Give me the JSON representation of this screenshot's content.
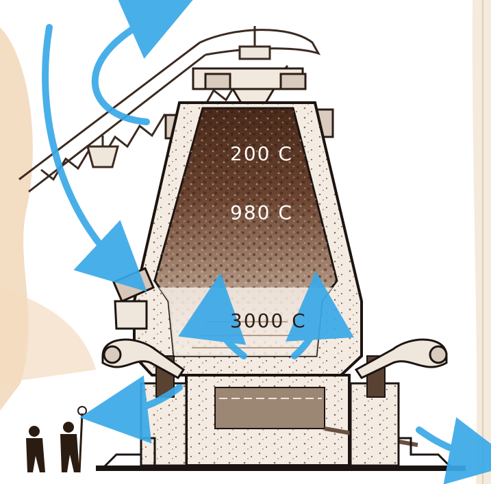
{
  "temperatures": {
    "top": "200 C",
    "middle": "980 C",
    "bottom": "3000 C"
  },
  "colors": {
    "arrow": "#3aa9e8",
    "outline": "#1b1410",
    "brick": "#f1e8de",
    "ore_dark": "#4a2a1a",
    "ore_mid": "#8b6a52",
    "ore_light": "#e9dcd0",
    "beige_frame": "#e9c9a6"
  }
}
